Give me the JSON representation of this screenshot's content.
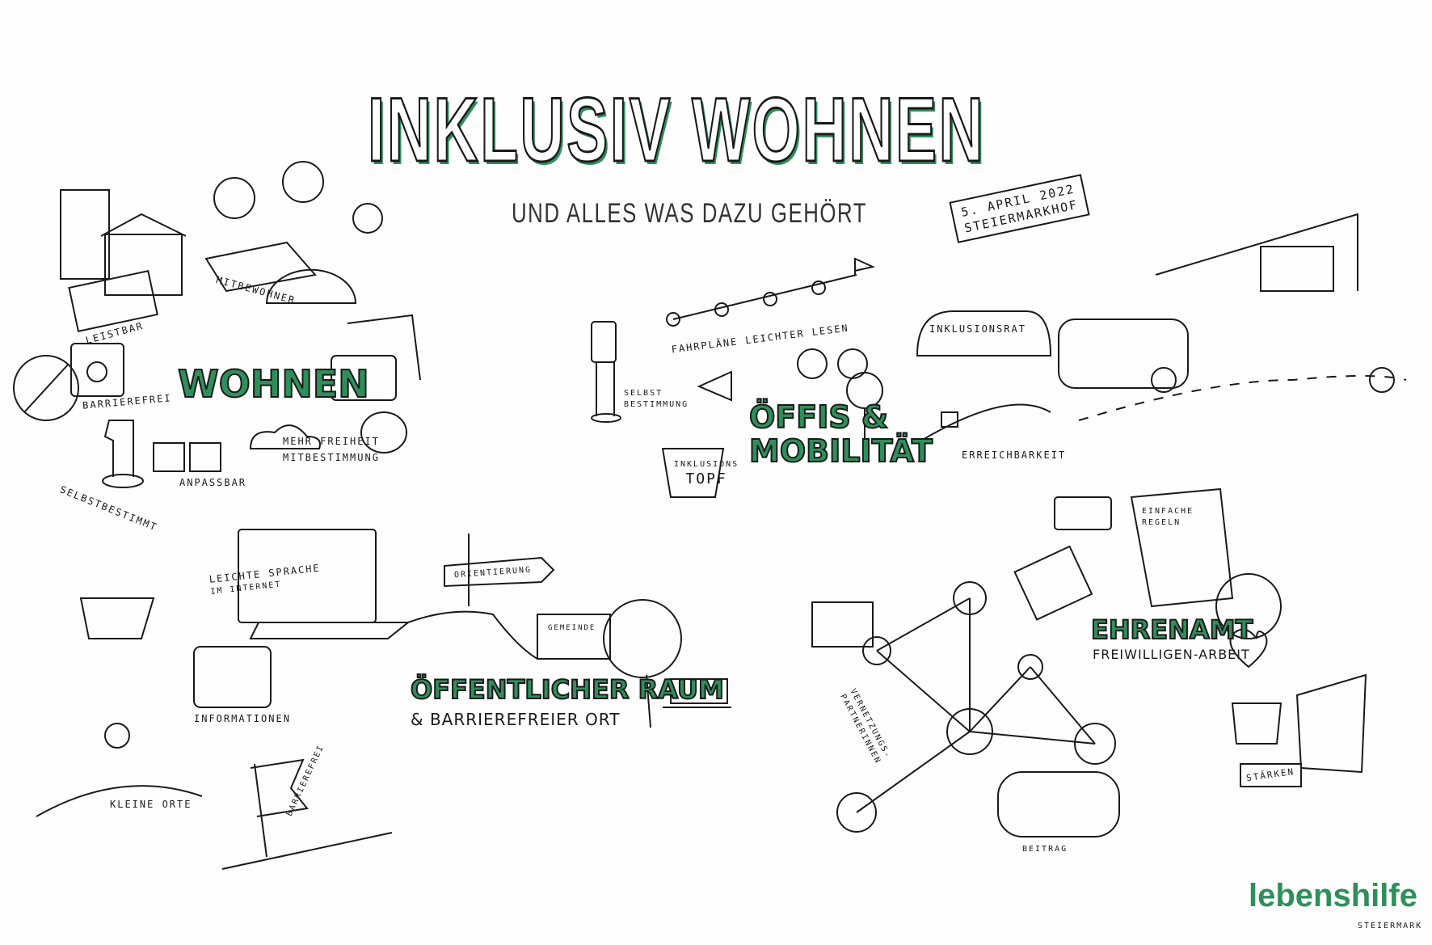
{
  "title": "INKLUSIV WOHNEN",
  "subtitle": "UND ALLES WAS DAZU GEHÖRT",
  "date_tag": {
    "date": "5. APRIL 2022",
    "place": "STEIERMARKHOF"
  },
  "sections": {
    "wohnen": {
      "heading": "WOHNEN",
      "labels": [
        "LEISTBAR",
        "MITBEWOHNER",
        "BARRIEREFREI",
        "SELBSTBESTIMMT",
        "ANPASSBAR",
        "MEHR FREIHEIT",
        "MITBESTIMMUNG"
      ]
    },
    "mobilitaet": {
      "heading": "ÖFFIS &",
      "heading2": "MOBILITÄT",
      "labels": [
        "FAHRPLÄNE LEICHTER LESEN",
        "SELBST",
        "BESTIMMUNG",
        "INKLUSIONS",
        "TOPF",
        "INKLUSIONSRAT",
        "ERREICHBARKEIT"
      ]
    },
    "raum": {
      "heading": "ÖFFENTLICHER RAUM",
      "subheading": "& BARRIEREFREIER ORT",
      "labels": [
        "LEICHTE SPRACHE",
        "IM INTERNET",
        "ORIENTIERUNG",
        "GEMEINDE",
        "INFORMATIONEN",
        "KLEINE ORTE",
        "BARRIEREFREI"
      ]
    },
    "ehrenamt": {
      "heading": "EHRENAMT",
      "subheading": "FREIWILLIGEN-ARBEIT",
      "labels": [
        "EINFACHE",
        "REGELN",
        "VERNETZUNGS-",
        "PARTNERINNEN",
        "BEITRAG",
        "STÄRKEN"
      ]
    }
  },
  "logo": {
    "name": "lebenshilfe",
    "region": "STEIERMARK"
  },
  "colors": {
    "accent": "#2f8f5b",
    "ink": "#1a1a1a",
    "paper": "#fefefe"
  }
}
